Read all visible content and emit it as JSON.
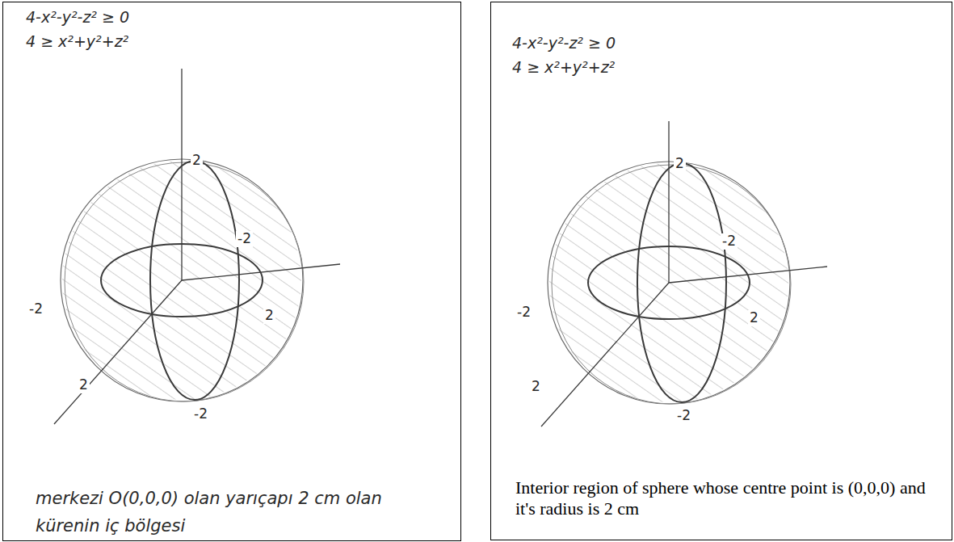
{
  "diagram": {
    "nodes": [
      {
        "text": [
          "4-x²-y²-z² ≥ 0",
          "4 ≥ x²+y²+z²",
          "2",
          "-2",
          "-2",
          "2",
          "2",
          "-2",
          "merkezi O(0,0,0) olan yarıçapı 2 cm olan kürenin iç bölgesi"
        ]
      },
      {
        "text": [
          "4-x²-y²-z² ≥ 0",
          "4 ≥ x²+y²+z²",
          "2",
          "-2",
          "-2",
          "2",
          "2",
          "-2",
          "Interior region of sphere whose centre point is (0,0,0) and it's radius is 2 cm"
        ]
      }
    ]
  }
}
